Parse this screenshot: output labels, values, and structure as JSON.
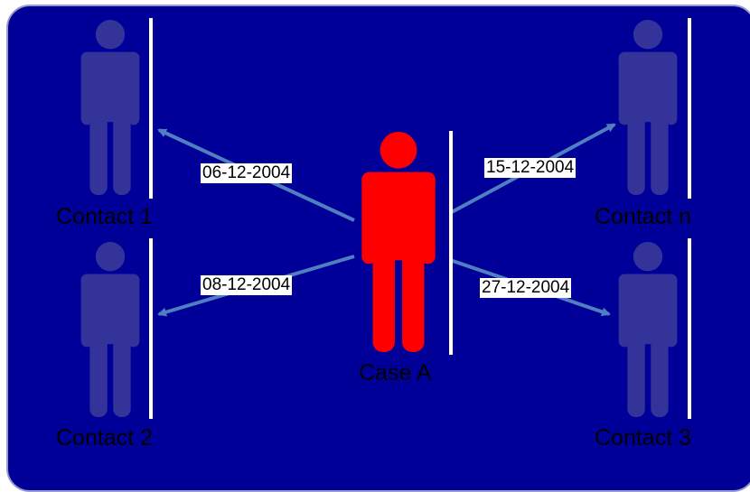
{
  "colors": {
    "background": "#000099",
    "contact_figure": "#33339a",
    "case_figure": "#ff0000",
    "arrow": "#4f7fc1",
    "vertical_line": "#ffffff"
  },
  "case": {
    "label": "Case A",
    "icon": "person-icon"
  },
  "contacts": [
    {
      "label": "Contact 1",
      "date": "06-12-2004",
      "icon": "person-icon"
    },
    {
      "label": "Contact 2",
      "date": "08-12-2004",
      "icon": "person-icon"
    },
    {
      "label": "Contact n",
      "date": "15-12-2004",
      "icon": "person-icon"
    },
    {
      "label": "Contact 3",
      "date": "27-12-2004",
      "icon": "person-icon"
    }
  ]
}
